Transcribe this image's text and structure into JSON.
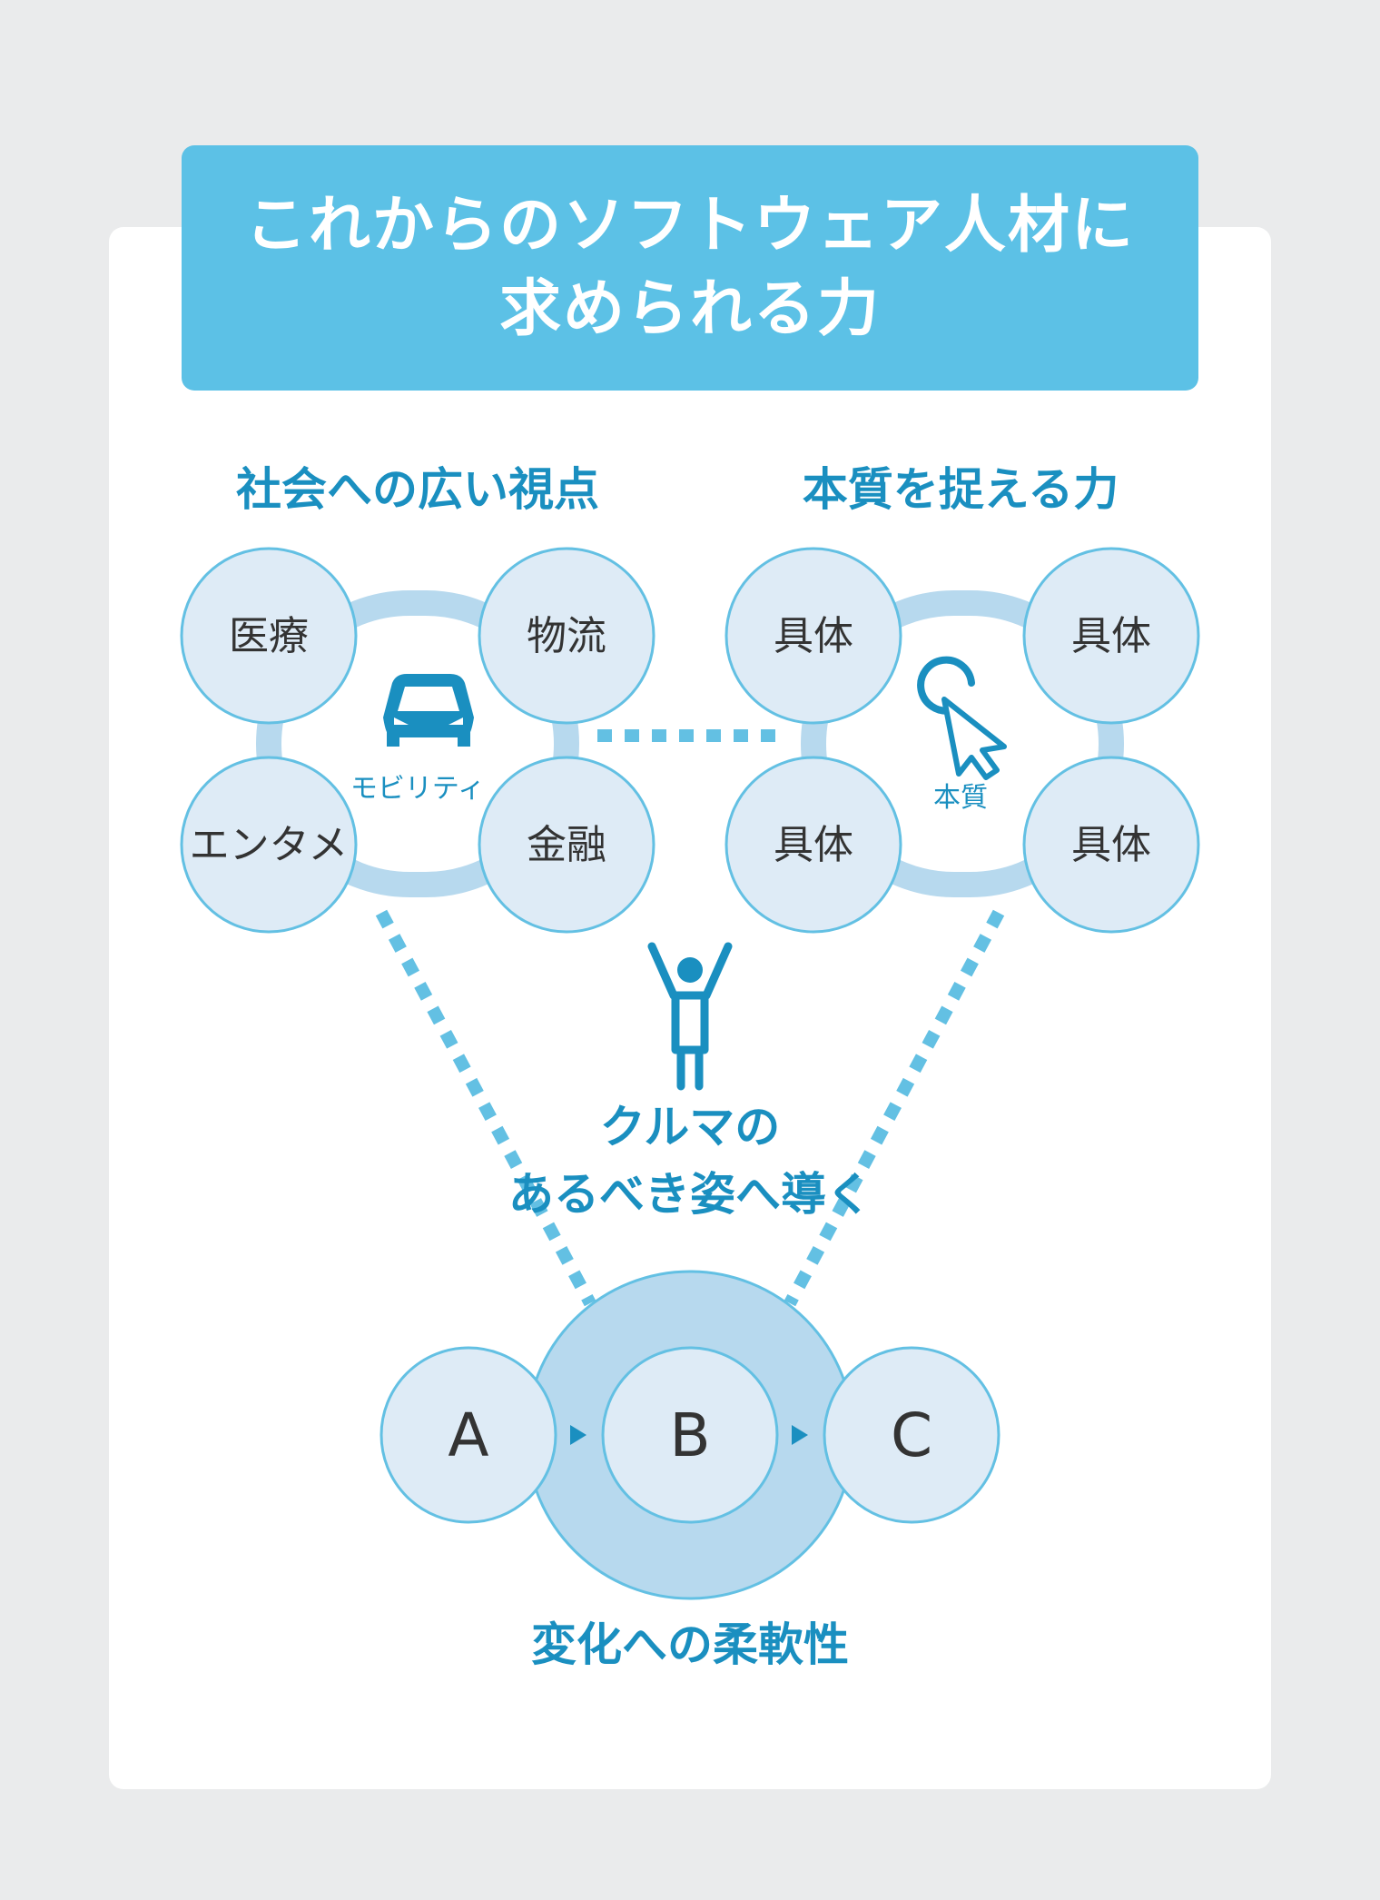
{
  "title": {
    "line1": "これからのソフトウェア人材に",
    "line2": "求められる力"
  },
  "left_group": {
    "heading": "社会への広い視点",
    "items": [
      "医療",
      "物流",
      "エンタメ",
      "金融"
    ],
    "center_icon": "car-icon",
    "center_label": "モビリティ"
  },
  "right_group": {
    "heading": "本質を捉える力",
    "items": [
      "具体",
      "具体",
      "具体",
      "具体"
    ],
    "center_icon": "cursor-click-icon",
    "center_label": "本質"
  },
  "center": {
    "figure_icon": "person-arms-raised-icon",
    "label_line1": "クルマの",
    "label_line2": "あるべき姿へ導く"
  },
  "bottom_group": {
    "items": [
      "A",
      "B",
      "C"
    ],
    "heading": "変化への柔軟性"
  },
  "colors": {
    "background": "#eaebec",
    "card": "#ffffff",
    "banner": "#5cc1e6",
    "accent": "#1a8fc0",
    "circle_fill": "#deebf6",
    "circle_stroke": "#63c0e3",
    "ring": "#b7d9ee",
    "dots": "#63c0e3",
    "text_dark": "#333333"
  }
}
